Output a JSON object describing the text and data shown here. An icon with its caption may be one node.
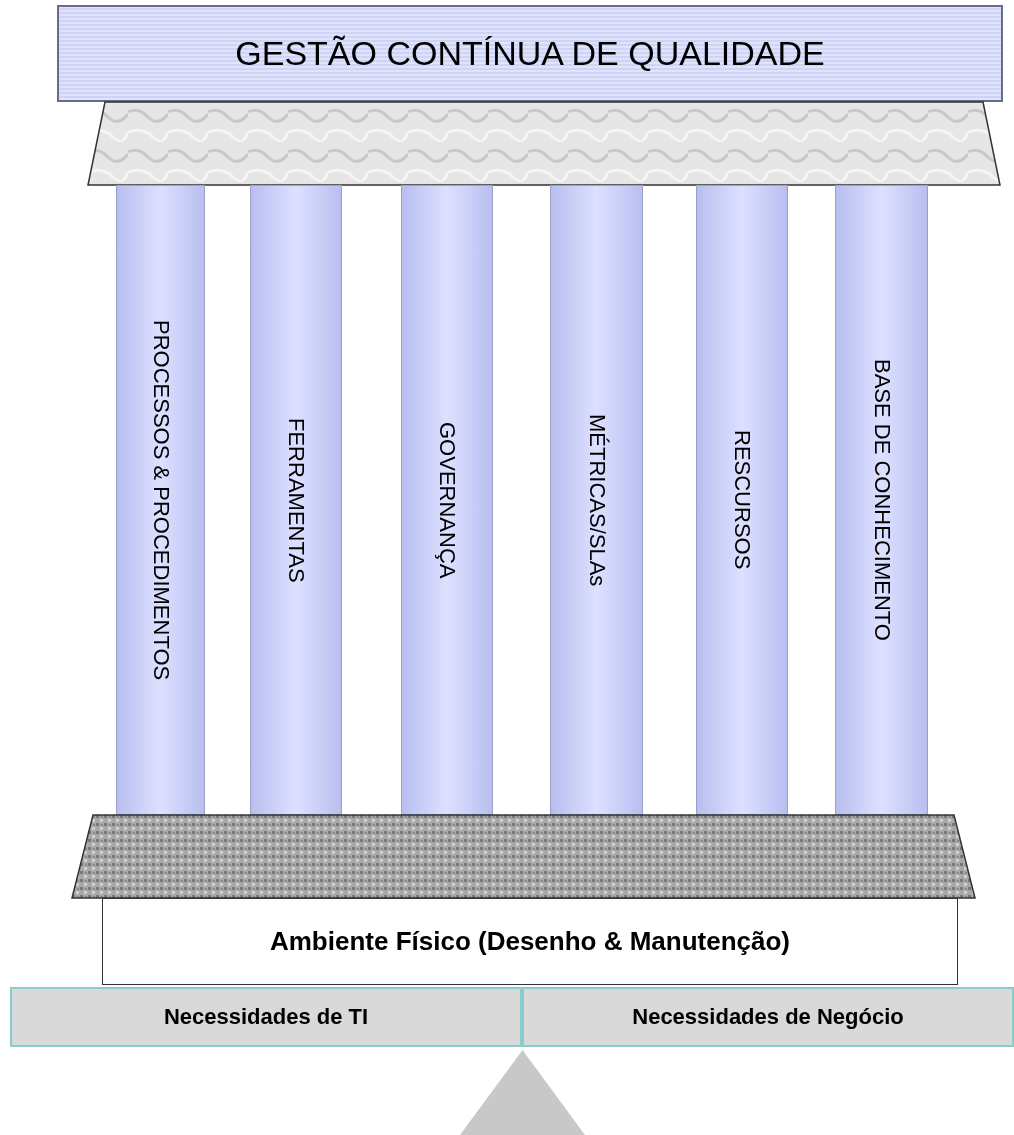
{
  "diagram": {
    "nodes": [
      {
        "text": [
          "GESTÃO CONTÍNUA DE QUALIDADE"
        ]
      },
      {
        "text": [],
        "shape": "trapezoid"
      },
      {
        "text": [
          "PROCESSOS & PROCEDIMENTOS"
        ]
      },
      {
        "text": [
          "FERRAMENTAS"
        ]
      },
      {
        "text": [
          "GOVERNANÇA"
        ]
      },
      {
        "text": [
          "MÉTRICAS/SLAs"
        ]
      },
      {
        "text": [
          "RESCURSOS"
        ]
      },
      {
        "text": [
          "BASE DE CONHECIMENTO"
        ]
      },
      {
        "text": [],
        "shape": "trapezoid"
      },
      {
        "text": [
          "Ambiente Físico (Desenho & Manutenção)"
        ]
      },
      {
        "text": [
          "Necessidades de TI"
        ]
      },
      {
        "text": [
          "Necessidades de Negócio"
        ]
      },
      {
        "text": [],
        "shape": "triangle"
      }
    ],
    "edges": []
  }
}
